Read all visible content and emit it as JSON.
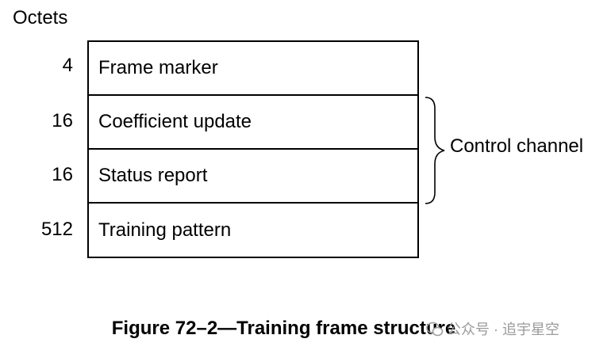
{
  "header": {
    "octets_label": "Octets"
  },
  "frame": {
    "fields": [
      {
        "octets": "4",
        "label": "Frame marker"
      },
      {
        "octets": "16",
        "label": "Coefficient update"
      },
      {
        "octets": "16",
        "label": "Status report"
      },
      {
        "octets": "512",
        "label": "Training pattern"
      }
    ]
  },
  "brace": {
    "label": "Control channel"
  },
  "caption": "Figure 72–2—Training frame structure",
  "watermark": {
    "icon": "wechat-icon",
    "text": "公众号 · 追宇星空"
  }
}
